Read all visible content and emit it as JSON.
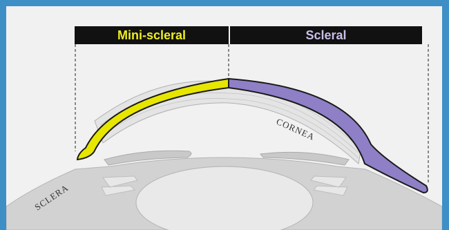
{
  "header": {
    "left_label": "Mini-scleral",
    "right_label": "Scleral"
  },
  "labels": {
    "cornea": "CORNEA",
    "sclera": "SCLERA"
  },
  "colors": {
    "background_border": "#3d8fc6",
    "panel": "#f1f1f1",
    "header_bar": "#111111",
    "mini_scleral": "#e6e600",
    "scleral": "#8f7fc6",
    "mini_scleral_text": "#eeee22",
    "scleral_text": "#c9bfe8",
    "tissue": "#d2d2d2"
  }
}
